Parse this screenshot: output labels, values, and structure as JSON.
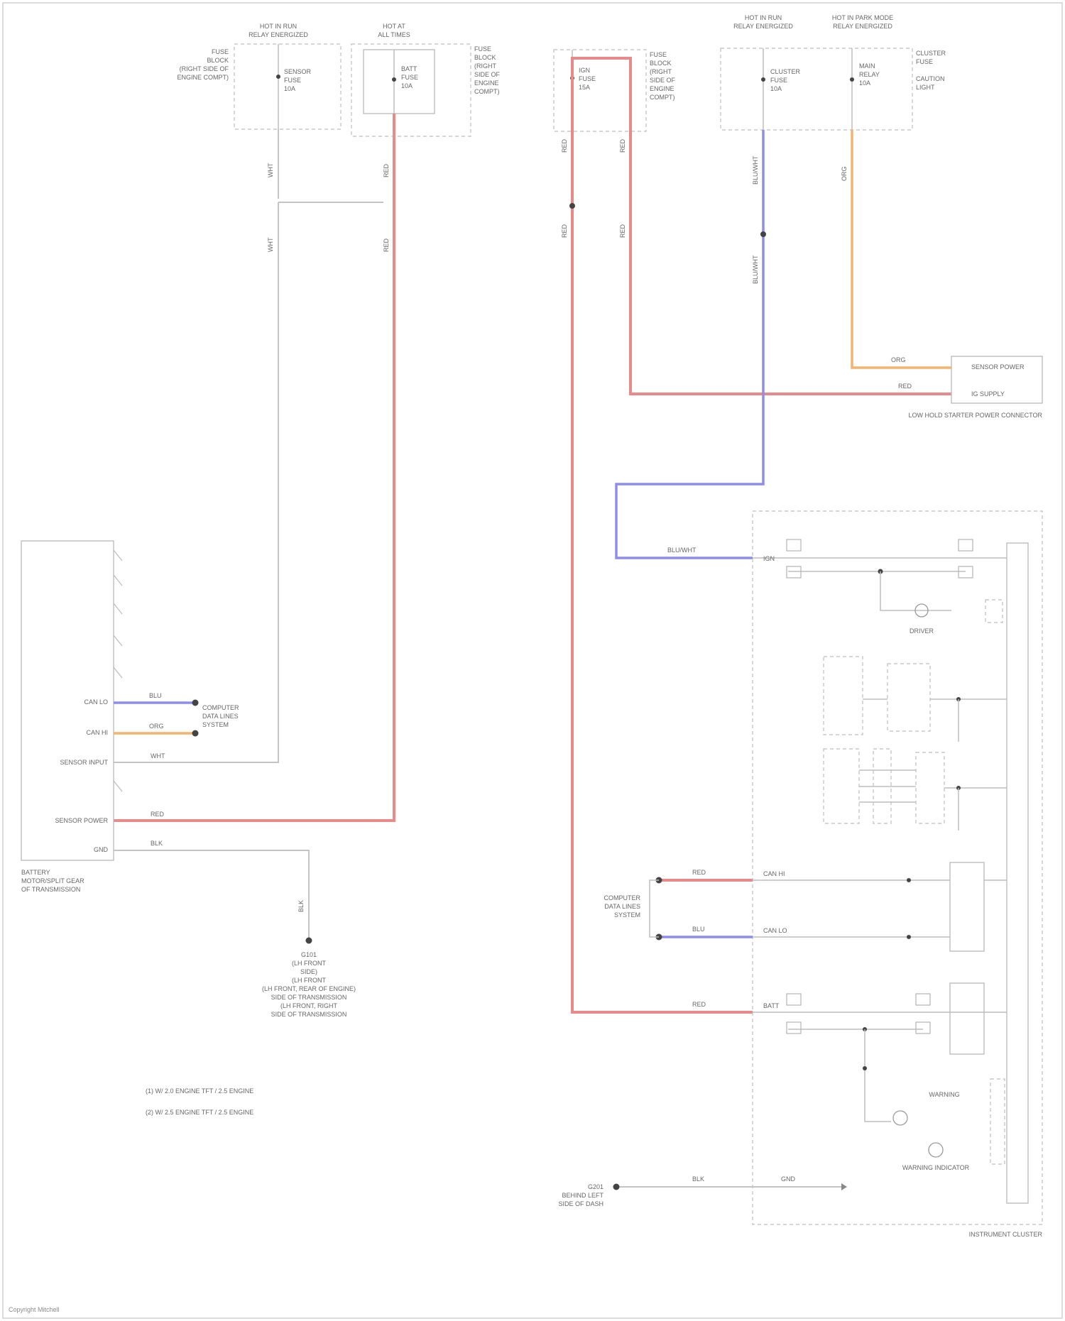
{
  "diagram": {
    "fuse_blocks": [
      {
        "id": "hot_in_run",
        "title": "HOT IN RUN",
        "subtitle": "RELAY ENERGIZED",
        "location_lines": [
          "FUSE",
          "BLOCK",
          "(RIGHT SIDE OF",
          "ENGINE COMPT)"
        ],
        "fuse_lines": [
          "SENSOR",
          "FUSE",
          "10A"
        ]
      },
      {
        "id": "hot_at_all_times",
        "title": "HOT AT",
        "subtitle": "ALL TIMES",
        "location_lines": [
          "FUSE",
          "BLOCK",
          "(RIGHT",
          "SIDE OF",
          "ENGINE",
          "COMPT)"
        ],
        "fuse_lines": [
          "BATT",
          "FUSE",
          "10A"
        ]
      },
      {
        "id": "hot_at_all_times_2",
        "title": "",
        "subtitle": "",
        "location_lines": [
          "FUSE",
          "BLOCK",
          "(RIGHT",
          "SIDE OF",
          "ENGINE",
          "COMPT)"
        ],
        "fuse_lines": [
          "IGN",
          "FUSE",
          "15A"
        ]
      },
      {
        "id": "hot_in_start",
        "title": "HOT IN RUN",
        "subtitle": "RELAY ENERGIZED",
        "location_lines": [],
        "fuse_lines": [
          "CLUSTER",
          "FUSE",
          "10A"
        ]
      },
      {
        "id": "hot_in_park",
        "title": "HOT IN PARK MODE",
        "subtitle": "RELAY ENERGIZED",
        "location_lines": [
          "CLUSTER",
          "FUSE",
          "",
          "CAUTION",
          "LIGHT"
        ],
        "fuse_lines": [
          "MAIN",
          "RELAY",
          "10A"
        ]
      }
    ],
    "wire_labels": {
      "w1": "RED",
      "w2": "RED",
      "w3": "RED",
      "w4": "RED",
      "w5": "BLU",
      "w6": "ORG",
      "w7": "WHT",
      "w8": "RED",
      "w9": "BLK",
      "w10": "BLU/WHT",
      "w11": "ORG",
      "w12": "RED",
      "w13": "RED",
      "w14": "RED",
      "w15": "BLU",
      "w16": "RED",
      "w17": "BLK"
    },
    "components": {
      "tcm_label_lines": [
        "BATTERY",
        "MOTOR/SPLIT GEAR",
        "OF TRANSMISSION"
      ],
      "tcm_pins": [
        "CAN LO",
        "CAN HI",
        "SENSOR INPUT",
        "SENSOR POWER",
        "GND"
      ],
      "sensor_box_lines": [
        "SENSOR POWER",
        "IG SUPPLY"
      ],
      "sensor_box_caption": "LOW HOLD STARTER POWER CONNECTOR",
      "cluster_label": "INSTRUMENT CLUSTER",
      "cluster_pin_labels": [
        "IGN",
        "BATT",
        "CAN HI",
        "CAN LO",
        "GND"
      ],
      "gnd_label_lines": [
        "G101",
        "(LH FRONT",
        "SIDE)",
        "(LH FRONT",
        "(LH FRONT, REAR OF ENGINE)",
        "SIDE OF TRANSMISSION",
        "(LH FRONT, RIGHT",
        "SIDE OF TRANSMISSION"
      ],
      "gnd2_label_lines": [
        "G201",
        "BEHIND LEFT",
        "SIDE OF DASH"
      ],
      "data_link_lines": [
        "COMPUTER",
        "DATA LINES",
        "SYSTEM"
      ],
      "data_link_lines_2": [
        "COMPUTER",
        "DATA LINES",
        "SYSTEM"
      ],
      "cluster_inner": [
        "DRIVER",
        "WARNING",
        "WARNING INDICATOR"
      ],
      "legend_lines": [
        "(1) W/ 2.0 ENGINE TFT / 2.5 ENGINE",
        "(2) W/ 2.5 ENGINE TFT / 2.5 ENGINE"
      ]
    },
    "credit": "Copyright Mitchell"
  }
}
